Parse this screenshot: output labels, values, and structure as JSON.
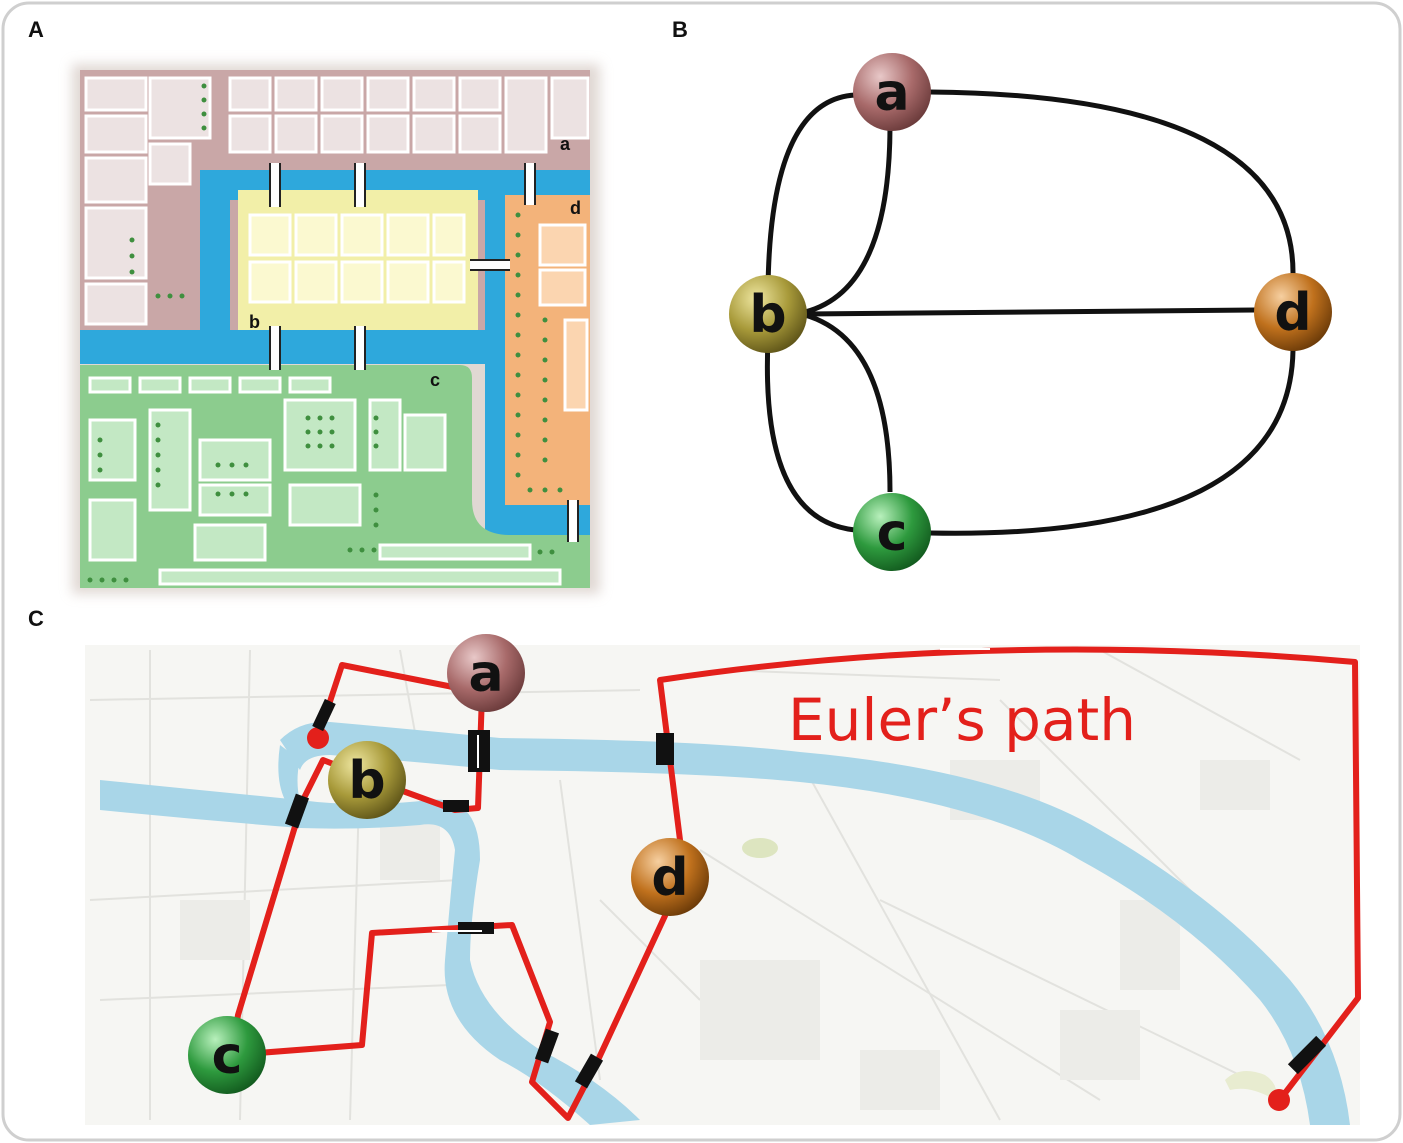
{
  "panels": {
    "a_label": "A",
    "b_label": "B",
    "c_label": "C"
  },
  "panel_a": {
    "districts": [
      "a",
      "b",
      "c",
      "d"
    ],
    "colors": {
      "district_a": "#c9a7a7",
      "district_b": "#f2efa8",
      "district_c": "#8ccc8e",
      "district_d": "#f3b37a",
      "river": "#2ea8dc"
    }
  },
  "panel_b": {
    "nodes": [
      {
        "id": "a",
        "label": "a",
        "color": "#a86a6a"
      },
      {
        "id": "b",
        "label": "b",
        "color": "#a89a3a"
      },
      {
        "id": "c",
        "label": "c",
        "color": "#2e9a3e"
      },
      {
        "id": "d",
        "label": "d",
        "color": "#c0711d"
      }
    ],
    "edges": [
      [
        "a",
        "b"
      ],
      [
        "a",
        "b"
      ],
      [
        "a",
        "d"
      ],
      [
        "b",
        "d"
      ],
      [
        "b",
        "c"
      ],
      [
        "b",
        "c"
      ],
      [
        "c",
        "d"
      ]
    ]
  },
  "panel_c": {
    "title": "Euler’s path",
    "nodes": [
      {
        "id": "a",
        "label": "a"
      },
      {
        "id": "b",
        "label": "b"
      },
      {
        "id": "c",
        "label": "c"
      },
      {
        "id": "d",
        "label": "d"
      }
    ],
    "path_color": "#e3201b",
    "river_color": "#a9d6e8"
  }
}
